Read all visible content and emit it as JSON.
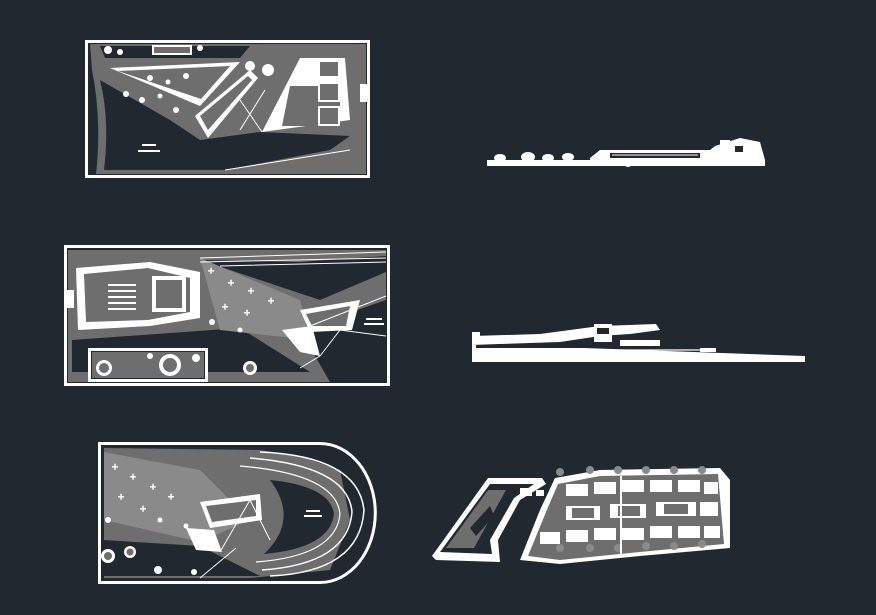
{
  "viewer": {
    "background": "#212830",
    "drawing_color": "#ffffff",
    "fill_color": "#6e6e6e"
  },
  "drawings": [
    {
      "id": "plan-1",
      "kind": "site-plan"
    },
    {
      "id": "elevation-1",
      "kind": "elevation"
    },
    {
      "id": "plan-2",
      "kind": "floor-plan"
    },
    {
      "id": "elevation-2",
      "kind": "section"
    },
    {
      "id": "plan-3",
      "kind": "floor-plan"
    },
    {
      "id": "plan-4",
      "kind": "roof-plan"
    }
  ]
}
